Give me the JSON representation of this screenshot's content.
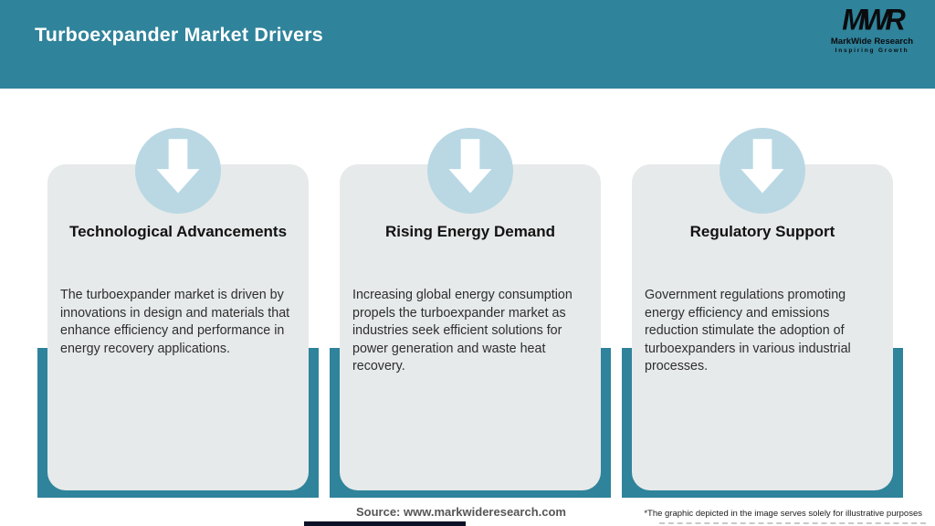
{
  "header": {
    "title": "Turboexpander Market Drivers"
  },
  "logo": {
    "monogram": "MWR",
    "name": "MarkWide Research",
    "tagline": "Inspiring Growth"
  },
  "cards": [
    {
      "icon": "down-arrow-icon",
      "title": "Technological Advancements",
      "description": "The turboexpander market is driven by innovations in design and materials that enhance efficiency and performance in energy recovery applications."
    },
    {
      "icon": "down-arrow-icon",
      "title": "Rising Energy Demand",
      "description": "Increasing global energy consumption propels the turboexpander market as industries seek efficient solutions for power generation and waste heat recovery."
    },
    {
      "icon": "down-arrow-icon",
      "title": "Regulatory Support",
      "description": "Government regulations promoting energy efficiency and emissions reduction stimulate the adoption of turboexpanders in various industrial processes."
    }
  ],
  "footer": {
    "source": "Source: www.markwideresearch.com",
    "disclaimer": "*The graphic depicted in the image serves solely for illustrative purposes"
  },
  "colors": {
    "header_teal": "#2f839b",
    "frame_teal": "#2f839b",
    "card_bg": "#e7eaea",
    "icon_circle_blue": "#b9d8e4",
    "arrow_white": "#ffffff",
    "bottom_bar_navy": "#0d1126"
  }
}
